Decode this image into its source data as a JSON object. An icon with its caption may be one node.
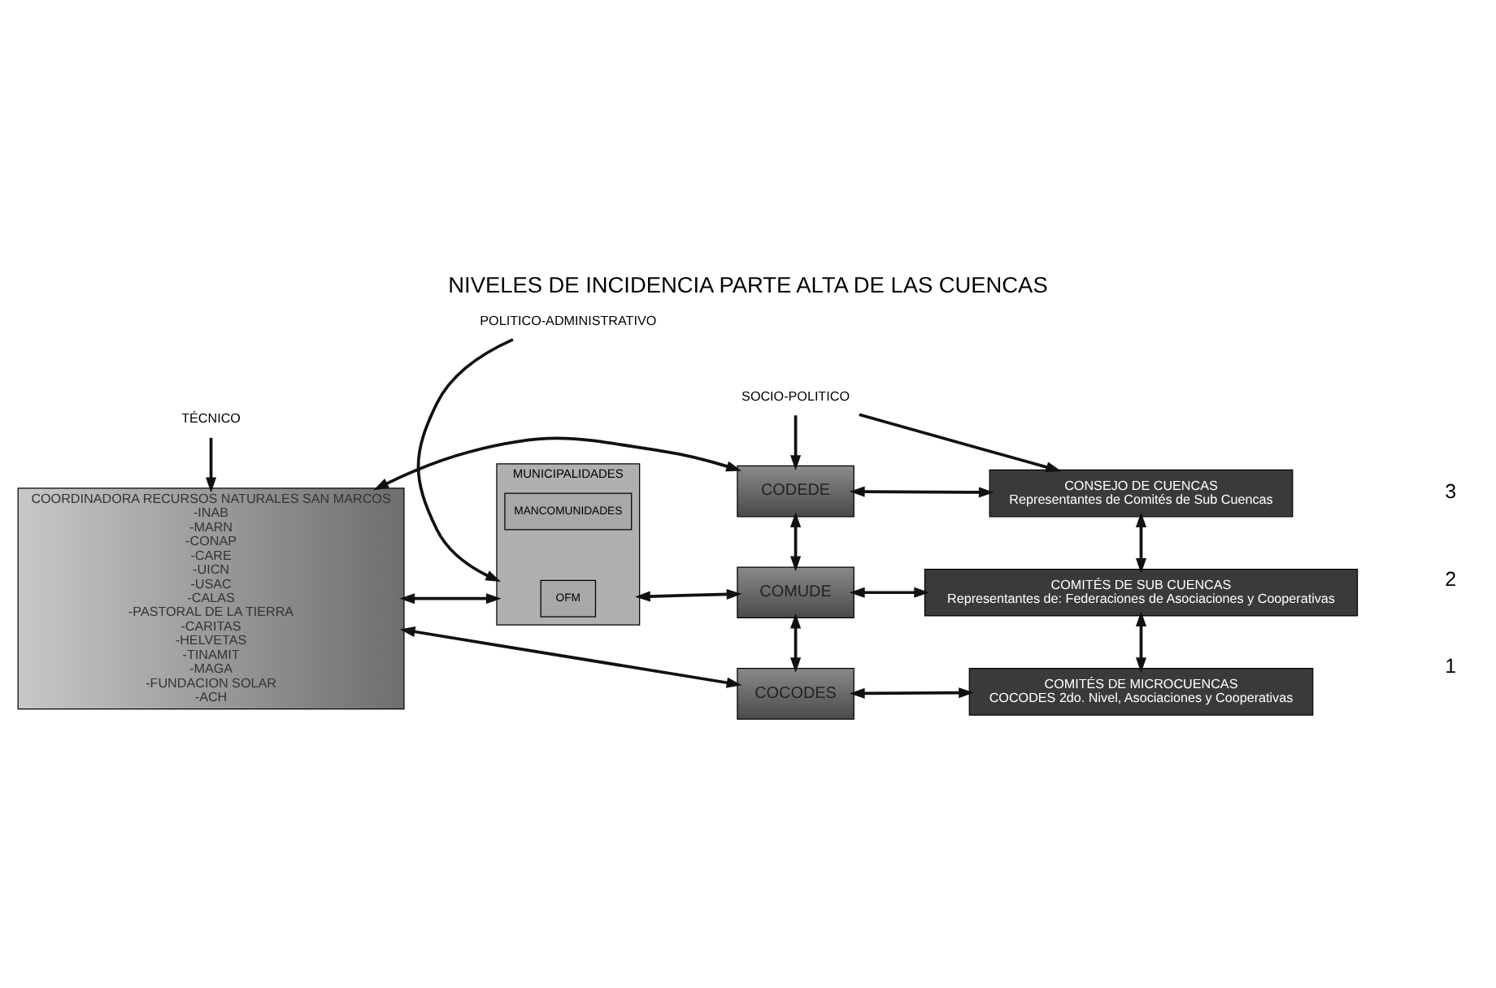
{
  "diagram": {
    "title": "NIVELES DE INCIDENCIA PARTE ALTA DE LAS CUENCAS",
    "nodes": [
      {
        "text": [
          "TÉCNICO"
        ]
      },
      {
        "text": [
          "POLITICO-ADMINISTRATIVO"
        ]
      },
      {
        "text": [
          "SOCIO-POLITICO"
        ]
      },
      {
        "text": [
          "COORDINADORA RECURSOS NATURALES SAN MARCOS",
          "-INAB",
          "-MARN",
          "-CONAP",
          "-CARE",
          "-UICN",
          "-USAC",
          "-CALAS",
          "-PASTORAL DE LA TIERRA",
          "-CARITAS",
          "-HELVETAS",
          "-TINAMIT",
          "-MAGA",
          "-FUNDACION SOLAR",
          "-ACH"
        ]
      },
      {
        "text": [
          "MUNICIPALIDADES"
        ]
      },
      {
        "text": [
          "OFM"
        ],
        "in": 4
      },
      {
        "text": [
          "MANCOMUNIDADES"
        ],
        "in": 4
      },
      {
        "text": [
          "CODEDE"
        ]
      },
      {
        "text": [
          "COMUDE"
        ]
      },
      {
        "text": [
          "COCODES"
        ]
      },
      {
        "text": [
          "CONSEJO DE CUENCAS",
          "Representantes de Comités de Sub Cuencas"
        ]
      },
      {
        "text": [
          "COMITÉS DE SUB CUENCAS",
          "Representantes de: Federaciones de Asociaciones y Cooperativas"
        ]
      },
      {
        "text": [
          "COMITÉS DE MICROCUENCAS",
          "COCODES 2do. Nivel, Asociaciones y Cooperativas"
        ]
      }
    ],
    "edges": [
      {
        "from": 0,
        "to": 3,
        "arrow": "to"
      },
      {
        "from": 1,
        "to": 4,
        "arrow": "to"
      },
      {
        "from": 2,
        "to": 7,
        "arrow": "to"
      },
      {
        "from": 2,
        "to": 10,
        "arrow": "to"
      },
      {
        "from": 3,
        "to": 7,
        "arrow": "both"
      },
      {
        "from": 7,
        "to": 10,
        "arrow": "both"
      },
      {
        "from": 7,
        "to": 8,
        "arrow": "both"
      },
      {
        "from": 10,
        "to": 11,
        "arrow": "both"
      },
      {
        "from": 3,
        "to": 4,
        "arrow": "both"
      },
      {
        "from": 4,
        "to": 8,
        "arrow": "both"
      },
      {
        "from": 8,
        "to": 11,
        "arrow": "both"
      },
      {
        "from": 8,
        "to": 9,
        "arrow": "both"
      },
      {
        "from": 11,
        "to": 12,
        "arrow": "both"
      },
      {
        "from": 3,
        "to": 9,
        "arrow": "both"
      },
      {
        "from": 9,
        "to": 12,
        "arrow": "both"
      }
    ],
    "labels": [
      "3",
      "2",
      "1"
    ]
  }
}
